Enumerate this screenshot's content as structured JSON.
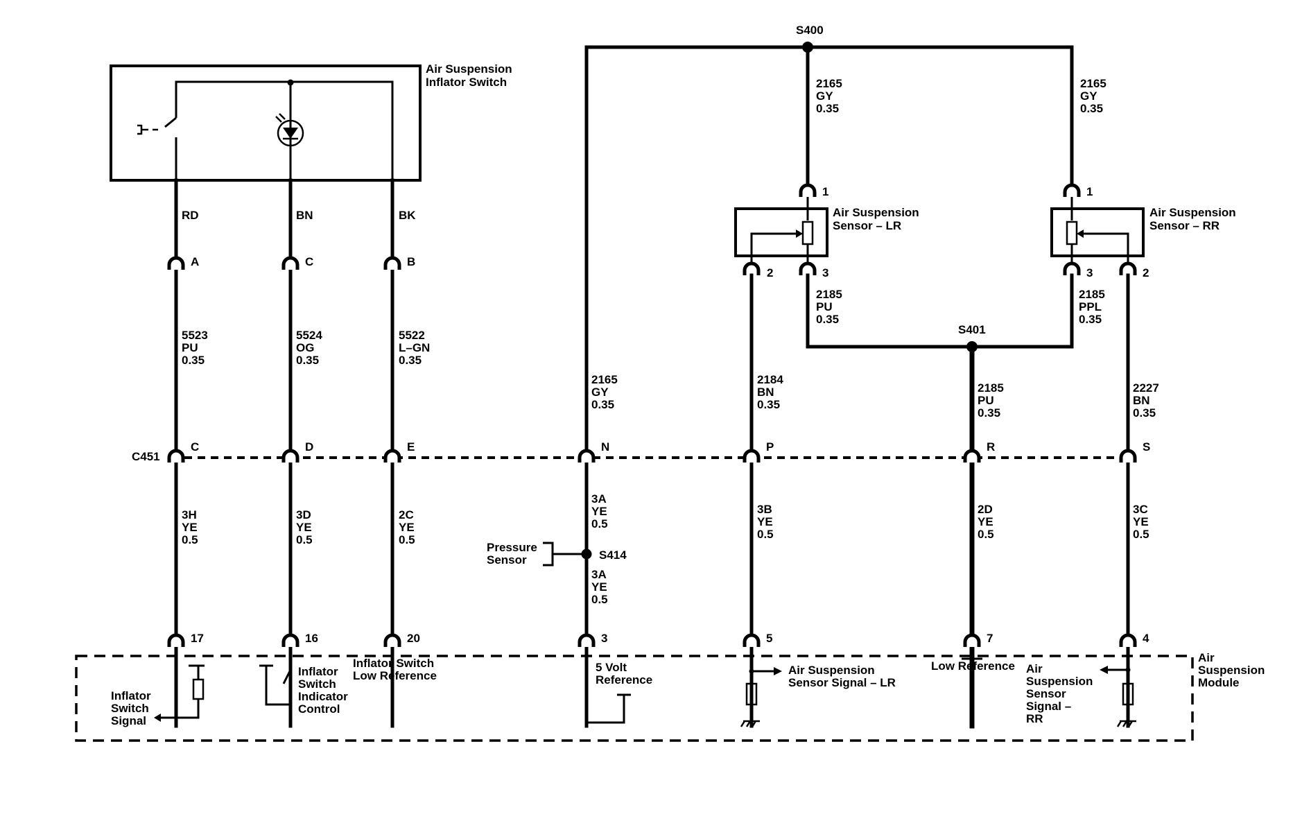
{
  "switch": {
    "name": [
      "Air Suspension",
      "Inflator Switch"
    ]
  },
  "sensor_lr": {
    "name": [
      "Air Suspension",
      "Sensor – LR"
    ]
  },
  "sensor_rr": {
    "name": [
      "Air Suspension",
      "Sensor – RR"
    ]
  },
  "module": {
    "name": [
      "Air",
      "Suspension",
      "Module"
    ]
  },
  "splices": {
    "s400": "S400",
    "s401": "S401",
    "s414": "S414"
  },
  "connector": {
    "c451": "C451"
  },
  "switch_wires": [
    {
      "color_top": "RD",
      "pin_top": "A",
      "circuit": [
        "5523",
        "PU",
        "0.35"
      ],
      "pin_c451": "C",
      "lower": [
        "3H",
        "YE",
        "0.5"
      ],
      "pin_module": "17"
    },
    {
      "color_top": "BN",
      "pin_top": "C",
      "circuit": [
        "5524",
        "OG",
        "0.35"
      ],
      "pin_c451": "D",
      "lower": [
        "3D",
        "YE",
        "0.5"
      ],
      "pin_module": "16"
    },
    {
      "color_top": "BK",
      "pin_top": "B",
      "circuit": [
        "5522",
        "L–GN",
        "0.35"
      ],
      "pin_c451": "E",
      "lower": [
        "2C",
        "YE",
        "0.5"
      ],
      "pin_module": "20"
    }
  ],
  "ref_wire": {
    "circuit": [
      "2165",
      "GY",
      "0.35"
    ],
    "pin_c451": "N",
    "lower_a": [
      "3A",
      "YE",
      "0.5"
    ],
    "lower_b": [
      "3A",
      "YE",
      "0.5"
    ],
    "pin_module": "3"
  },
  "s400_lr": {
    "circuit": [
      "2165",
      "GY",
      "0.35"
    ],
    "pin": "1"
  },
  "s400_rr": {
    "circuit": [
      "2165",
      "GY",
      "0.35"
    ],
    "pin": "1"
  },
  "lr_pins": {
    "signal": "2",
    "low": "3"
  },
  "rr_pins": {
    "signal": "2",
    "low": "3"
  },
  "lr_low": {
    "circuit": [
      "2185",
      "PU",
      "0.35"
    ]
  },
  "rr_low": {
    "circuit": [
      "2185",
      "PPL",
      "0.35"
    ]
  },
  "lr_signal": {
    "circuit": [
      "2184",
      "BN",
      "0.35"
    ],
    "pin_c451": "P",
    "lower": [
      "3B",
      "YE",
      "0.5"
    ],
    "pin_module": "5"
  },
  "low_ref": {
    "circuit": [
      "2185",
      "PU",
      "0.35"
    ],
    "pin_c451": "R",
    "lower": [
      "2D",
      "YE",
      "0.5"
    ],
    "pin_module": "7"
  },
  "rr_signal": {
    "circuit": [
      "2227",
      "BN",
      "0.35"
    ],
    "pin_c451": "S",
    "lower": [
      "3C",
      "YE",
      "0.5"
    ],
    "pin_module": "4"
  },
  "pressure_sensor": [
    "Pressure",
    "Sensor"
  ],
  "module_labels": {
    "inflator_signal": [
      "Inflator",
      "Switch",
      "Signal"
    ],
    "indicator_control": [
      "Inflator",
      "Switch",
      "Indicator",
      "Control"
    ],
    "switch_low_ref": [
      "Inflator Switch",
      "Low Reference"
    ],
    "five_volt": [
      "5 Volt",
      "Reference"
    ],
    "sensor_signal_lr": [
      "Air Suspension",
      "Sensor Signal – LR"
    ],
    "low_reference": "Low Reference",
    "sensor_signal_rr": [
      "Air",
      "Suspension",
      "Sensor",
      "Signal –",
      "RR"
    ]
  }
}
